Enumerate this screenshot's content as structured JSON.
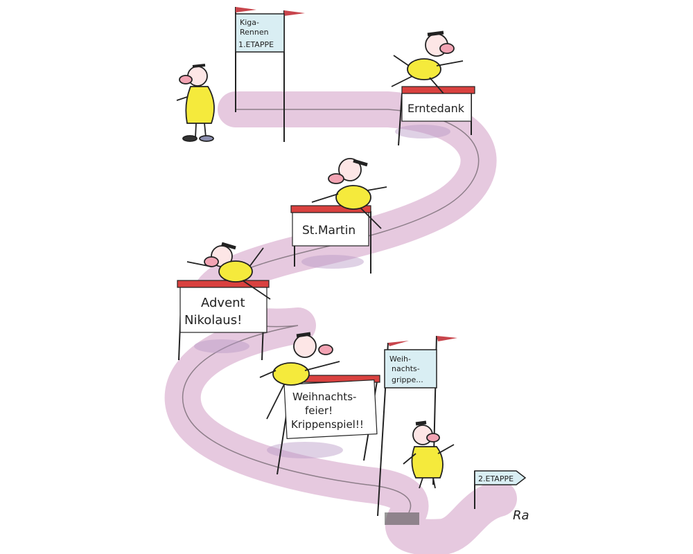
{
  "colors": {
    "track": "#e6c9df",
    "track_shadow": "#b89ac6",
    "shirt": "#f5ea3c",
    "sign_blue": "#d9eef3",
    "flag_red": "#c8454c",
    "hurdle_red": "#d9413f",
    "ink": "#222222"
  },
  "start_sign": {
    "line1": "Kiga-",
    "line2": "Rennen",
    "line3": "1.ETAPPE"
  },
  "hurdles": {
    "erntedank": "Erntedank",
    "st_martin": "St.Martin",
    "advent_line1": "Advent",
    "advent_line2": "Nikolaus!",
    "weihnacht_line1": "Weihnachts-",
    "weihnacht_line2": "feier!",
    "weihnacht_line3": "Krippenspiel!!"
  },
  "end_sign": {
    "line1": "Weih-",
    "line2": "nachts-",
    "line3": "grippe..."
  },
  "stage2_sign": "2.ETAPPE",
  "signature": "Ra"
}
